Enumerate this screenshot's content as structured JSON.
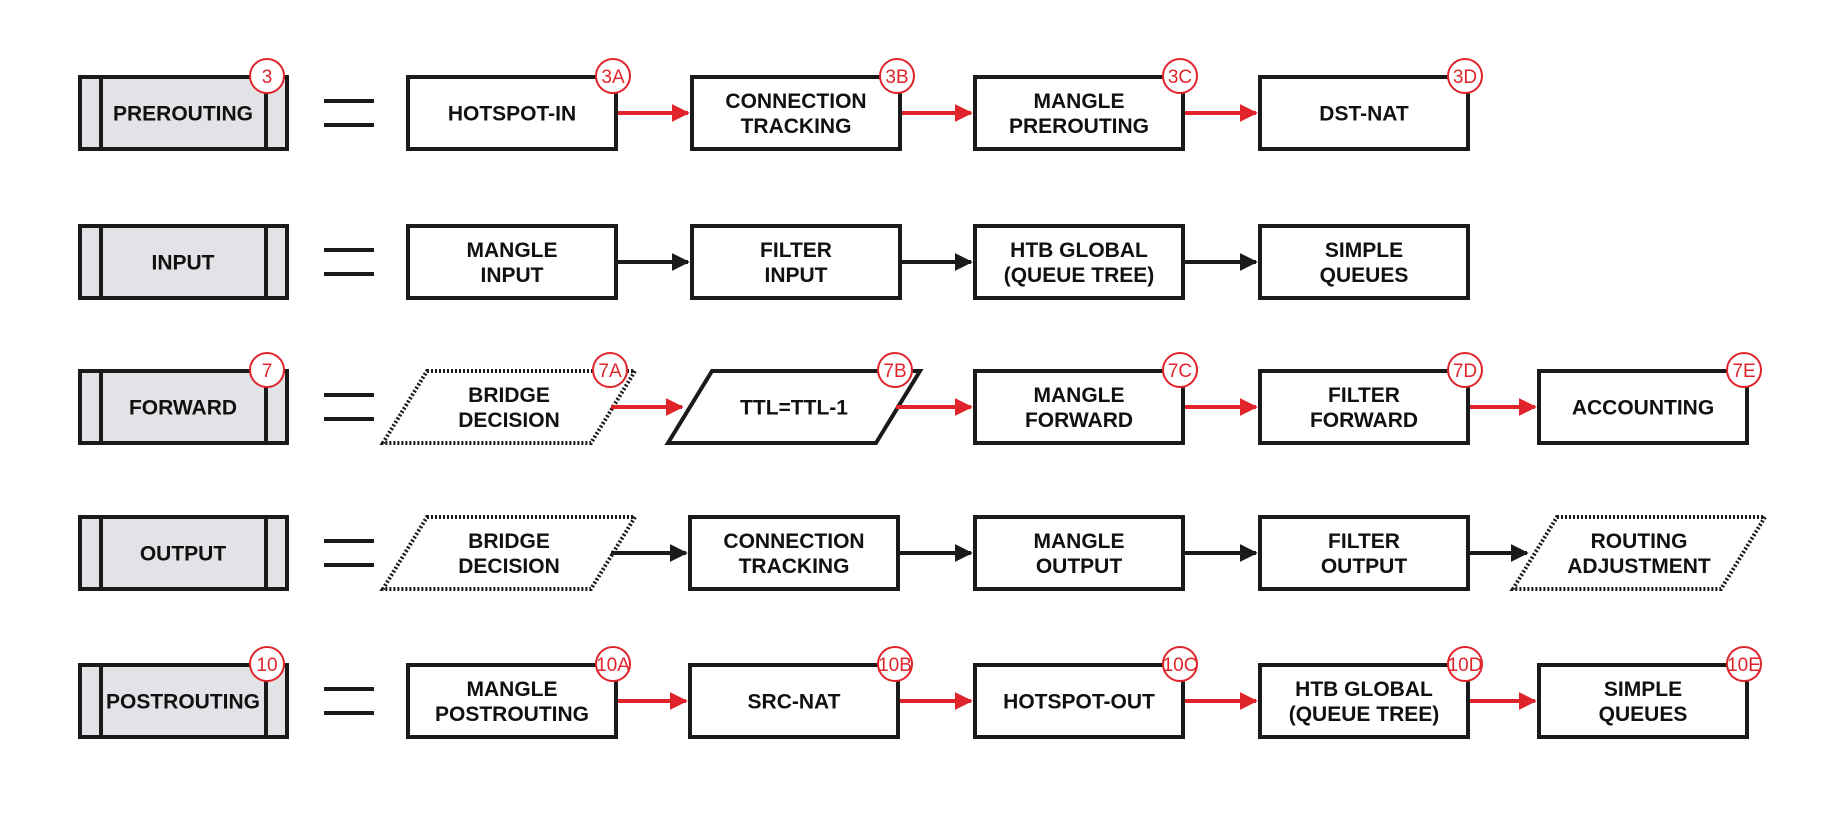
{
  "colors": {
    "stroke": "#1a1a1a",
    "red": "#e0242b",
    "chain_fill": "#e2e3e6"
  },
  "rows": [
    {
      "chain": {
        "label": "PREROUTING",
        "badge": "3"
      },
      "arrow_color": "red",
      "steps": [
        {
          "lines": [
            "HOTSPOT-IN"
          ],
          "badge": "3A",
          "shape": "rect"
        },
        {
          "lines": [
            "CONNECTION",
            "TRACKING"
          ],
          "badge": "3B",
          "shape": "rect"
        },
        {
          "lines": [
            "MANGLE",
            "PREROUTING"
          ],
          "badge": "3C",
          "shape": "rect"
        },
        {
          "lines": [
            "DST-NAT"
          ],
          "badge": "3D",
          "shape": "rect"
        }
      ]
    },
    {
      "chain": {
        "label": "INPUT",
        "badge": ""
      },
      "arrow_color": "black",
      "steps": [
        {
          "lines": [
            "MANGLE",
            "INPUT"
          ],
          "badge": "",
          "shape": "rect"
        },
        {
          "lines": [
            "FILTER",
            "INPUT"
          ],
          "badge": "",
          "shape": "rect"
        },
        {
          "lines": [
            "HTB GLOBAL",
            "(QUEUE TREE)"
          ],
          "badge": "",
          "shape": "rect"
        },
        {
          "lines": [
            "SIMPLE",
            "QUEUES"
          ],
          "badge": "",
          "shape": "rect"
        }
      ]
    },
    {
      "chain": {
        "label": "FORWARD",
        "badge": "7"
      },
      "arrow_color": "red",
      "steps": [
        {
          "lines": [
            "BRIDGE",
            "DECISION"
          ],
          "badge": "7A",
          "shape": "para-dotted"
        },
        {
          "lines": [
            "TTL=TTL-1"
          ],
          "badge": "7B",
          "shape": "para"
        },
        {
          "lines": [
            "MANGLE",
            "FORWARD"
          ],
          "badge": "7C",
          "shape": "rect"
        },
        {
          "lines": [
            "FILTER",
            "FORWARD"
          ],
          "badge": "7D",
          "shape": "rect"
        },
        {
          "lines": [
            "ACCOUNTING"
          ],
          "badge": "7E",
          "shape": "rect"
        }
      ]
    },
    {
      "chain": {
        "label": "OUTPUT",
        "badge": ""
      },
      "arrow_color": "black",
      "steps": [
        {
          "lines": [
            "BRIDGE",
            "DECISION"
          ],
          "badge": "",
          "shape": "para-dotted"
        },
        {
          "lines": [
            "CONNECTION",
            "TRACKING"
          ],
          "badge": "",
          "shape": "rect"
        },
        {
          "lines": [
            "MANGLE",
            "OUTPUT"
          ],
          "badge": "",
          "shape": "rect"
        },
        {
          "lines": [
            "FILTER",
            "OUTPUT"
          ],
          "badge": "",
          "shape": "rect"
        },
        {
          "lines": [
            "ROUTING",
            "ADJUSTMENT"
          ],
          "badge": "",
          "shape": "para-dotted"
        }
      ]
    },
    {
      "chain": {
        "label": "POSTROUTING",
        "badge": "10"
      },
      "arrow_color": "red",
      "steps": [
        {
          "lines": [
            "MANGLE",
            "POSTROUTING"
          ],
          "badge": "10A",
          "shape": "rect"
        },
        {
          "lines": [
            "SRC-NAT"
          ],
          "badge": "10B",
          "shape": "rect"
        },
        {
          "lines": [
            "HOTSPOT-OUT"
          ],
          "badge": "10C",
          "shape": "rect"
        },
        {
          "lines": [
            "HTB GLOBAL",
            "(QUEUE TREE)"
          ],
          "badge": "10D",
          "shape": "rect"
        },
        {
          "lines": [
            "SIMPLE",
            "QUEUES"
          ],
          "badge": "10E",
          "shape": "rect"
        }
      ]
    }
  ]
}
